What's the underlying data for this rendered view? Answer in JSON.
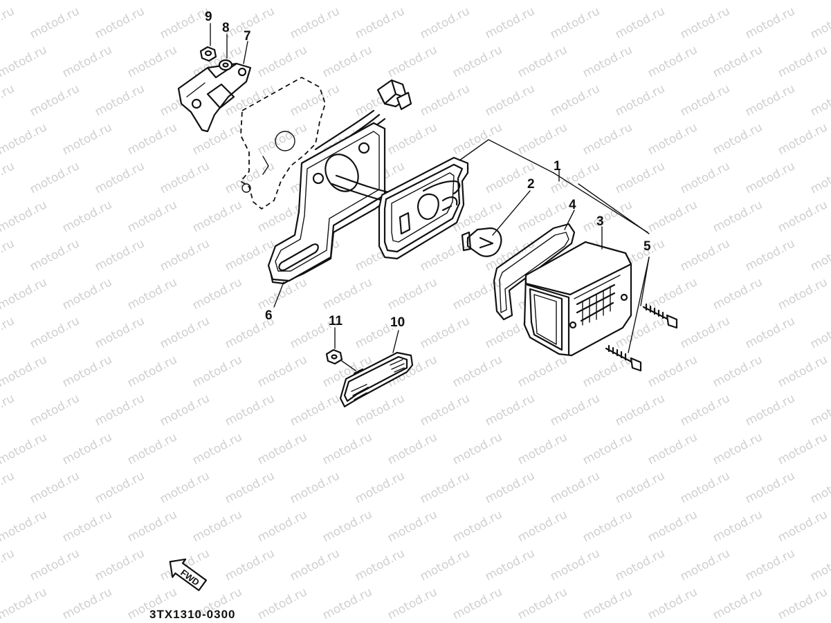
{
  "watermark": {
    "text": "motod.ru"
  },
  "callouts": [
    {
      "id": "1",
      "label": "1"
    },
    {
      "id": "2",
      "label": "2"
    },
    {
      "id": "3",
      "label": "3"
    },
    {
      "id": "4",
      "label": "4"
    },
    {
      "id": "5",
      "label": "5"
    },
    {
      "id": "6",
      "label": "6"
    },
    {
      "id": "7",
      "label": "7"
    },
    {
      "id": "8",
      "label": "8"
    },
    {
      "id": "9",
      "label": "9"
    },
    {
      "id": "10",
      "label": "10"
    },
    {
      "id": "11",
      "label": "11"
    }
  ],
  "fwd_arrow": {
    "label": "FWD"
  },
  "diagram_code": "3TX1310-0300"
}
